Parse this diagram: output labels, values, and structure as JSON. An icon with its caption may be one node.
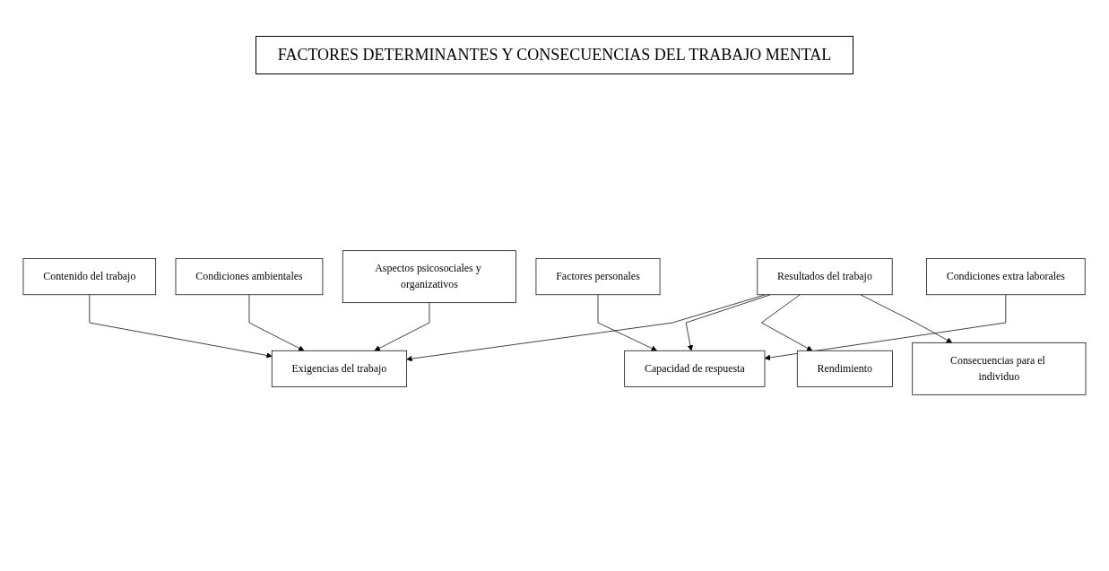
{
  "diagram": {
    "title": "FACTORES DETERMINANTES Y CONSECUENCIAS DEL TRABAJO MENTAL",
    "nodes": [
      {
        "text": [
          "Contenido del trabajo"
        ]
      },
      {
        "text": [
          "Condiciones ambientales"
        ]
      },
      {
        "text": [
          "Aspectos psicosociales y organizativos"
        ]
      },
      {
        "text": [
          "Exigencias del trabajo"
        ]
      },
      {
        "text": [
          "Capacidad de respuesta"
        ]
      },
      {
        "text": [
          "Factores personales"
        ]
      },
      {
        "text": [
          "Condiciones extra laborales"
        ]
      },
      {
        "text": [
          "Resultados del trabajo"
        ]
      },
      {
        "text": [
          "Rendimiento"
        ]
      },
      {
        "text": [
          "Consecuencias para el individuo"
        ]
      }
    ],
    "edges": [
      {
        "from": 0,
        "to": 3,
        "arrow": "to"
      },
      {
        "from": 1,
        "to": 3,
        "arrow": "to"
      },
      {
        "from": 2,
        "to": 3,
        "arrow": "to"
      },
      {
        "from": 7,
        "to": 3,
        "arrow": "to"
      },
      {
        "from": 7,
        "to": 4,
        "arrow": "to"
      },
      {
        "from": 5,
        "to": 4,
        "arrow": "to"
      },
      {
        "from": 6,
        "to": 4,
        "arrow": "to"
      },
      {
        "from": 7,
        "to": 8,
        "arrow": "to"
      },
      {
        "from": 7,
        "to": 9,
        "arrow": "to"
      }
    ]
  }
}
